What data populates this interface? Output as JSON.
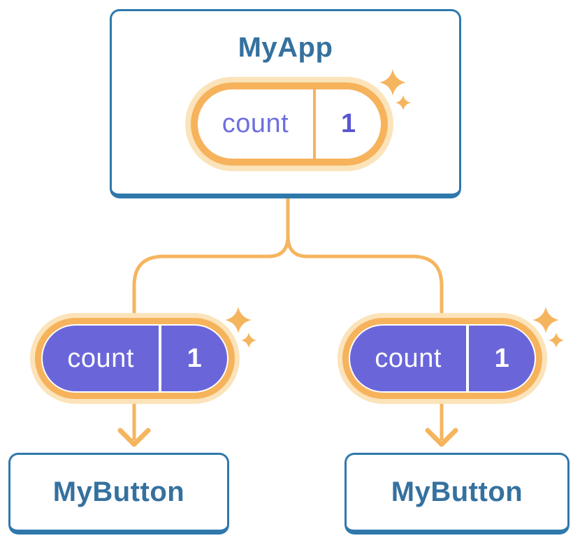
{
  "colors": {
    "background": "#ffffff",
    "node_border": "#2f78ac",
    "node_text": "#35719f",
    "connector": "#f5b55f",
    "pill_ring": "#f6b35c",
    "pill_glow": "#fbe3ba",
    "state_text": "#6e6fde",
    "state_value_text": "#5956d2",
    "prop_fill": "#6a66da",
    "prop_text": "#ffffff"
  },
  "root_node": {
    "title": "MyApp",
    "state_pill": {
      "label": "count",
      "value": "1"
    }
  },
  "child_nodes": [
    {
      "title": "MyButton",
      "prop_pill": {
        "label": "count",
        "value": "1"
      }
    },
    {
      "title": "MyButton",
      "prop_pill": {
        "label": "count",
        "value": "1"
      }
    }
  ]
}
